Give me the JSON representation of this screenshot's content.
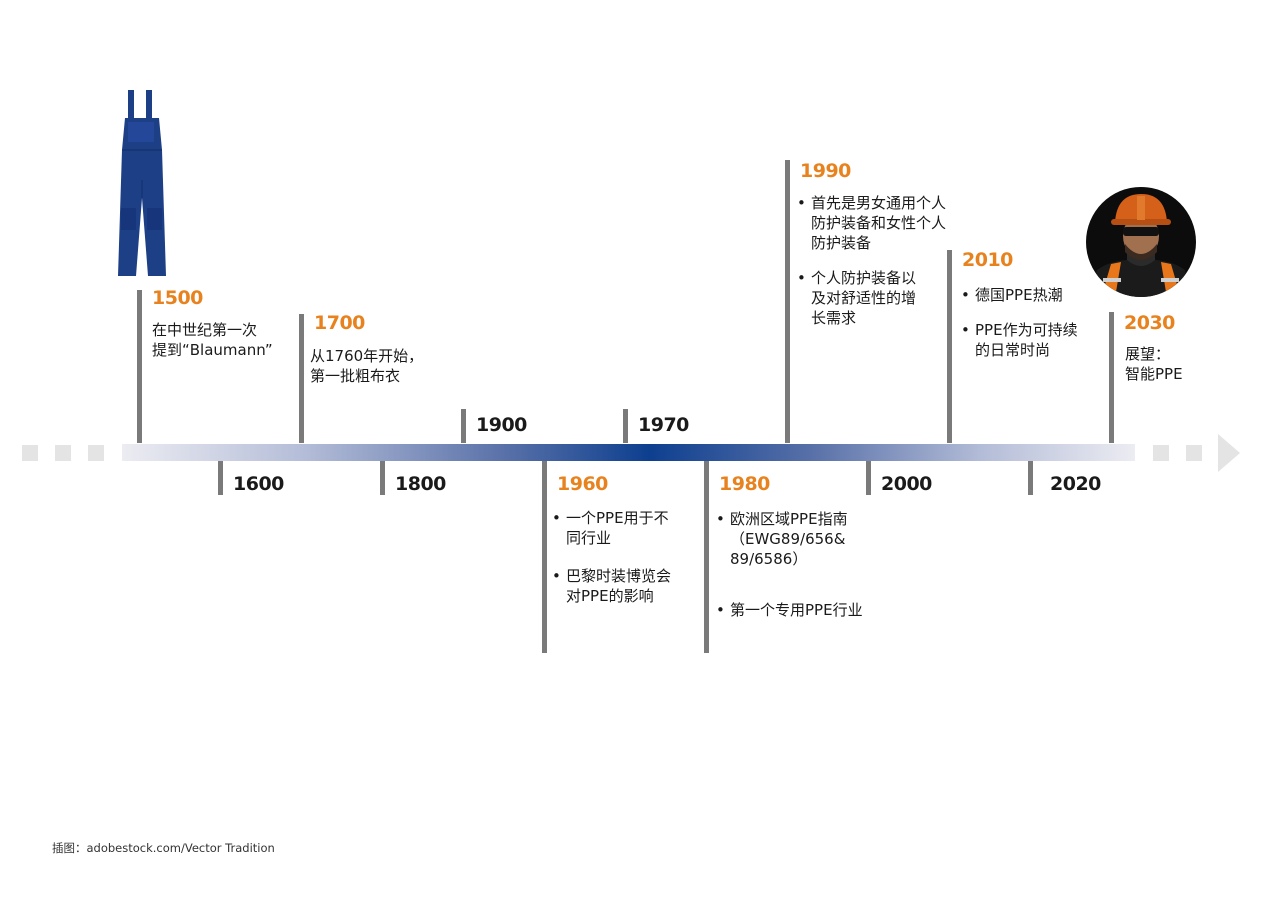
{
  "timeline": {
    "events_top": [
      {
        "year": "1500",
        "lines": [
          "在中世纪第一次",
          "提到“Blaumann”"
        ]
      },
      {
        "year": "1700",
        "lines": [
          "从1760年开始，",
          "第一批粗布衣"
        ]
      },
      {
        "year": "1900"
      },
      {
        "year": "1970"
      },
      {
        "year": "1990",
        "bullets": [
          "首先是男女通用个人\n防护装备和女性个人\n防护装备",
          "个人防护装备以\n及对舒适性的增\n长需求"
        ]
      },
      {
        "year": "2010",
        "bullets": [
          "德国PPE热潮",
          "PPE作为可持续\n的日常时尚"
        ]
      },
      {
        "year": "2030",
        "lines": [
          "展望：",
          "智能PPE"
        ]
      }
    ],
    "events_bottom": [
      {
        "year": "1600"
      },
      {
        "year": "1800"
      },
      {
        "year": "1960",
        "bullets": [
          "一个PPE用于不\n同行业",
          "巴黎时装博览会\n对PPE的影响"
        ]
      },
      {
        "year": "1980",
        "bullets": [
          "欧洲区域PPE指南\n（EWG89/656&\n89/6586）",
          "第一个专用PPE行业"
        ]
      },
      {
        "year": "2000"
      },
      {
        "year": "2020"
      }
    ]
  },
  "colors": {
    "accent_orange": "#e8821e",
    "timeline_blue": "#0d3f8f",
    "overalls_blue": "#1d3f86"
  },
  "icons": {
    "overalls": "overalls-illustration",
    "worker": "worker-portrait"
  },
  "credit": "插图：adobestock.com/Vector Tradition"
}
